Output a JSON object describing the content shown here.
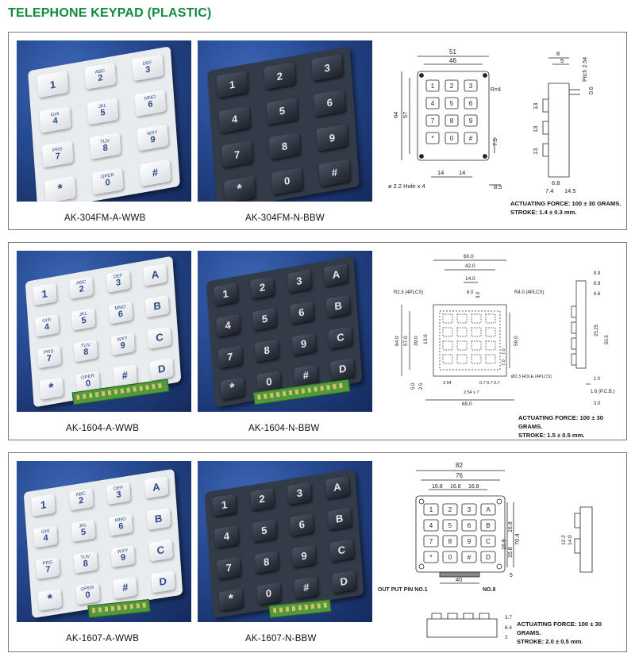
{
  "page_title": "TELEPHONE KEYPAD (PLASTIC)",
  "colors": {
    "title_green": "#0f8a3f",
    "photo_blue": "#274b93",
    "white_pad": "#e9ecef",
    "black_pad": "#333b48",
    "pcb_green": "#4f9a3c"
  },
  "sections": [
    {
      "models": [
        "AK-304FM-A-WWB",
        "AK-304FM-N-BBW"
      ],
      "keys": [
        [
          "1",
          "ABC 2",
          "DEF 3"
        ],
        [
          "GHI 4",
          "JKL 5",
          "MNO 6"
        ],
        [
          "PRS 7",
          "TUV 8",
          "WXY 9"
        ],
        [
          "*",
          "OPER 0",
          "#"
        ]
      ],
      "dark_keys": [
        [
          "1",
          "2",
          "3"
        ],
        [
          "4",
          "5",
          "6"
        ],
        [
          "7",
          "8",
          "9"
        ],
        [
          "*",
          "0",
          "#"
        ]
      ],
      "drawing": {
        "dims": [
          "51",
          "46",
          "R=4",
          "64",
          "57",
          "7.5",
          "14",
          "14",
          "8.5",
          "ø 2.2 Hole x 4",
          "8",
          "5",
          "Pitch 2.54",
          "0.6",
          "13",
          "13",
          "13",
          "6.8",
          "7.4",
          "14.5"
        ],
        "grid": [
          [
            "1",
            "2",
            "3"
          ],
          [
            "4",
            "5",
            "6"
          ],
          [
            "7",
            "8",
            "9"
          ],
          [
            "*",
            "0",
            "#"
          ]
        ]
      },
      "spec": [
        "ACTUATING FORCE: 100 ± 30 GRAMS.",
        "STROKE: 1.4 ± 0.3 mm."
      ]
    },
    {
      "models": [
        "AK-1604-A-WWB",
        "AK-1604-N-BBW"
      ],
      "keys": [
        [
          "1",
          "ABC 2",
          "DEF 3",
          "A"
        ],
        [
          "GHI 4",
          "JKL 5",
          "MNO 6",
          "B"
        ],
        [
          "PRS 7",
          "TUV 8",
          "WXY 9",
          "C"
        ],
        [
          "*",
          "OPER 0",
          "#",
          "D"
        ]
      ],
      "dark_keys": [
        [
          "1",
          "2",
          "3",
          "A"
        ],
        [
          "4",
          "5",
          "6",
          "B"
        ],
        [
          "7",
          "8",
          "9",
          "C"
        ],
        [
          "*",
          "0",
          "#",
          "D"
        ]
      ],
      "drawing": {
        "dims": [
          "60.0",
          "42.0",
          "14.0",
          "6.0",
          "3.0",
          "R2.5 (4PLCS)",
          "R4.0 (4PLCS)",
          "64.0",
          "57.0",
          "39.0",
          "13.0",
          "59.0",
          "7.0",
          "7.0",
          "Ø2.3 HOLE (4PLCS)",
          "5.0",
          "2.5",
          "2.54",
          "2.54 x 7",
          "0.7",
          "0.7",
          "0.7",
          "65.0",
          "8.9",
          "6.9",
          "6.6",
          "25.25",
          "50.5",
          "1.0",
          "1.6 (P.C.B.)",
          "3.0"
        ]
      },
      "spec": [
        "ACTUATING FORCE: 100 ± 30 GRAMS.",
        "STROKE: 1.5 ± 0.5 mm."
      ]
    },
    {
      "models": [
        "AK-1607-A-WWB",
        "AK-1607-N-BBW"
      ],
      "keys": [
        [
          "1",
          "ABC 2",
          "DEF 3",
          "A"
        ],
        [
          "GHI 4",
          "JKL 5",
          "MNO 6",
          "B"
        ],
        [
          "PRS 7",
          "TUV 8",
          "WXY 9",
          "C"
        ],
        [
          "*",
          "OPER 0",
          "#",
          "D"
        ]
      ],
      "dark_keys": [
        [
          "1",
          "2",
          "3",
          "A"
        ],
        [
          "4",
          "5",
          "6",
          "B"
        ],
        [
          "7",
          "8",
          "9",
          "C"
        ],
        [
          "*",
          "0",
          "#",
          "D"
        ]
      ],
      "drawing": {
        "dims": [
          "82",
          "76",
          "16.8",
          "16.8",
          "16.8",
          "16.8",
          "16.8",
          "16.8",
          "70.4",
          "40",
          "5",
          "OUT PUT PIN NO.1",
          "NO.8",
          "14.0",
          "12.2",
          "3.7",
          "6.4",
          "2"
        ],
        "grid": [
          [
            "1",
            "2",
            "3",
            "A"
          ],
          [
            "4",
            "5",
            "6",
            "B"
          ],
          [
            "7",
            "8",
            "9",
            "C"
          ],
          [
            "*",
            "0",
            "#",
            "D"
          ]
        ]
      },
      "spec": [
        "ACTUATING FORCE: 100 ± 30 GRAMS.",
        "STROKE: 2.0 ± 0.5 mm."
      ]
    }
  ]
}
